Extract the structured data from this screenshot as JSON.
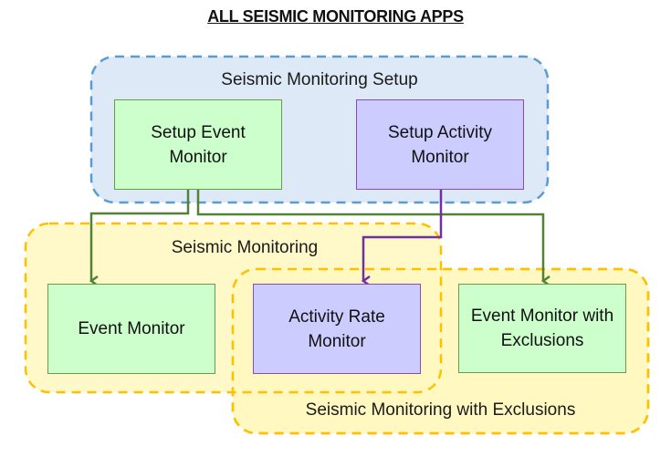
{
  "title": "ALL SEISMIC MONITORING APPS",
  "groups": {
    "setup": "Seismic Monitoring Setup",
    "monitoring": "Seismic Monitoring",
    "exclusions": "Seismic Monitoring with Exclusions"
  },
  "boxes": {
    "setup_event_monitor": "Setup Event Monitor",
    "setup_activity_monitor": "Setup Activity Monitor",
    "event_monitor": "Event Monitor",
    "activity_rate_monitor": "Activity Rate Monitor",
    "event_monitor_exclusions": "Event Monitor with Exclusions"
  },
  "colors": {
    "setup_fill": "#dde9f6",
    "setup_border": "#5b9bd5",
    "monitoring_fill": "#fff8c0",
    "monitoring_border": "#ffc000",
    "green_fill": "#ccffcc",
    "green_line": "#538135",
    "purple_fill": "#ccccff",
    "purple_line": "#7030a0"
  }
}
